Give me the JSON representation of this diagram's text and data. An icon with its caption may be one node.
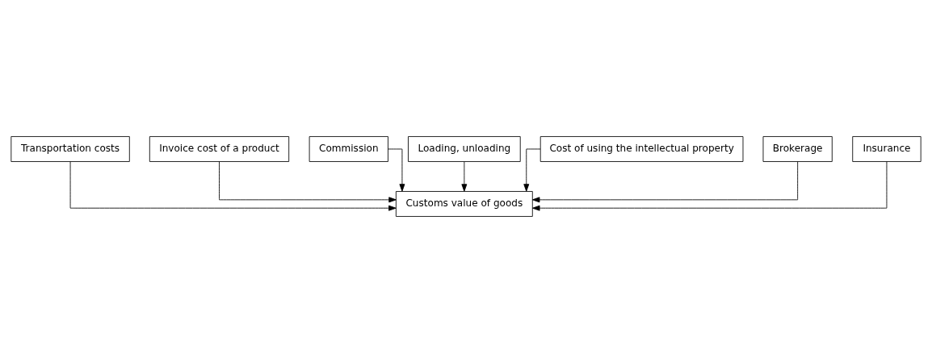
{
  "diagram": {
    "nodes": [
      {
        "text": [
          "Customs value of goods"
        ]
      },
      {
        "text": [
          "Transportation costs"
        ]
      },
      {
        "text": [
          "Invoice cost of a product"
        ]
      },
      {
        "text": [
          "Commission"
        ]
      },
      {
        "text": [
          "Loading, unloading"
        ]
      },
      {
        "text": [
          "Cost of using the intellectual property"
        ]
      },
      {
        "text": [
          "Brokerage"
        ]
      },
      {
        "text": [
          "Insurance"
        ]
      }
    ],
    "edges": [
      {
        "from": 1,
        "to": 0,
        "arrow": "to"
      },
      {
        "from": 4,
        "to": 0,
        "arrow": "to"
      },
      {
        "from": 7,
        "to": 0,
        "arrow": "to"
      },
      {
        "from": 2,
        "to": 0,
        "arrow": "to"
      },
      {
        "from": 5,
        "to": 0,
        "arrow": "to"
      },
      {
        "from": 3,
        "to": 0,
        "arrow": "to"
      },
      {
        "from": 6,
        "to": 0,
        "arrow": "to"
      }
    ]
  }
}
